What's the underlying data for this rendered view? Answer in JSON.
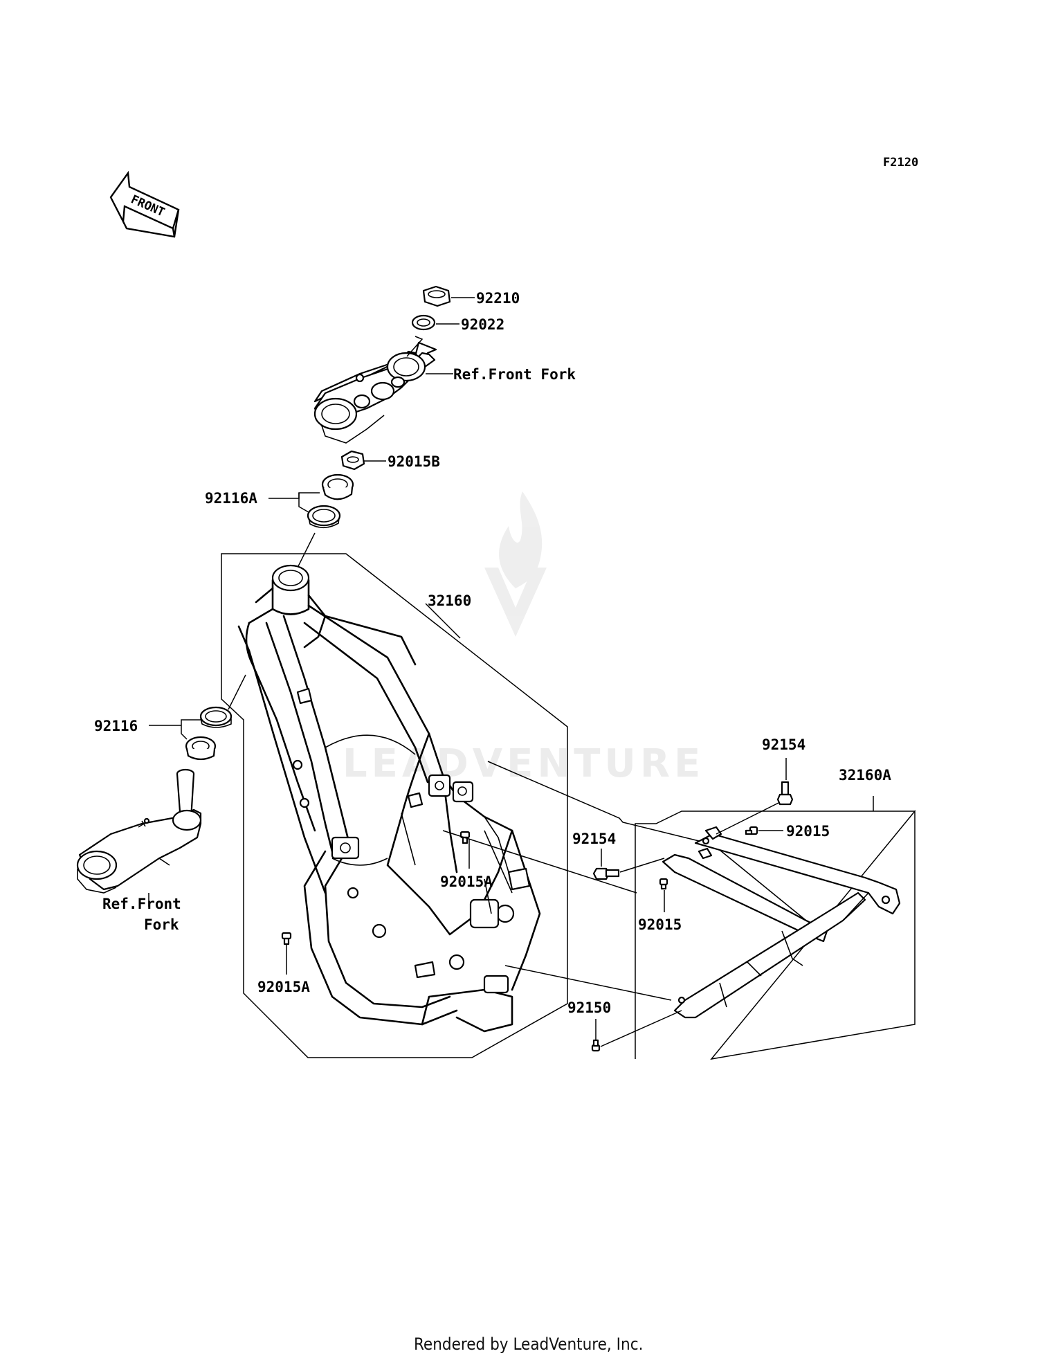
{
  "diagram_code": "F2120",
  "front_arrow_label": "FRONT",
  "watermark": "LEADVENTURE",
  "footer": "Rendered by LeadVenture, Inc.",
  "parts": {
    "nut_top": "92210",
    "washer_top": "92022",
    "ref_front_fork_upper": "Ref.Front Fork",
    "nut_92015b": "92015B",
    "bearing_upper": "92116A",
    "main_frame": "32160",
    "bearing_lower": "92116",
    "ref_front_fork_lower_line1": "Ref.Front",
    "ref_front_fork_lower_line2": "Fork",
    "bolt_92015a_center": "92015A",
    "bolt_92015a_left": "92015A",
    "bolt_92154_top": "92154",
    "subframe": "32160A",
    "bolt_92015_top": "92015",
    "bolt_92154_mid": "92154",
    "bolt_92015_mid": "92015",
    "bolt_92150": "92150"
  }
}
